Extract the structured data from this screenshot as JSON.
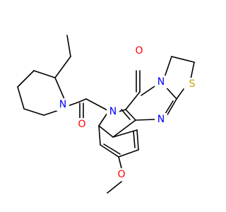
{
  "molecule": {
    "atom_labels": {
      "o_carbonyl": "O",
      "o_amide": "O",
      "o_methoxy": "O",
      "n_pip": "N",
      "n_indole": "N",
      "n_fused": "N",
      "n_pyrimidine": "N",
      "s_thiazole": "S"
    },
    "colors": {
      "bond": "#000000",
      "oxygen": "#ff0000",
      "nitrogen": "#0000ff",
      "sulfur": "#c8a000"
    }
  }
}
